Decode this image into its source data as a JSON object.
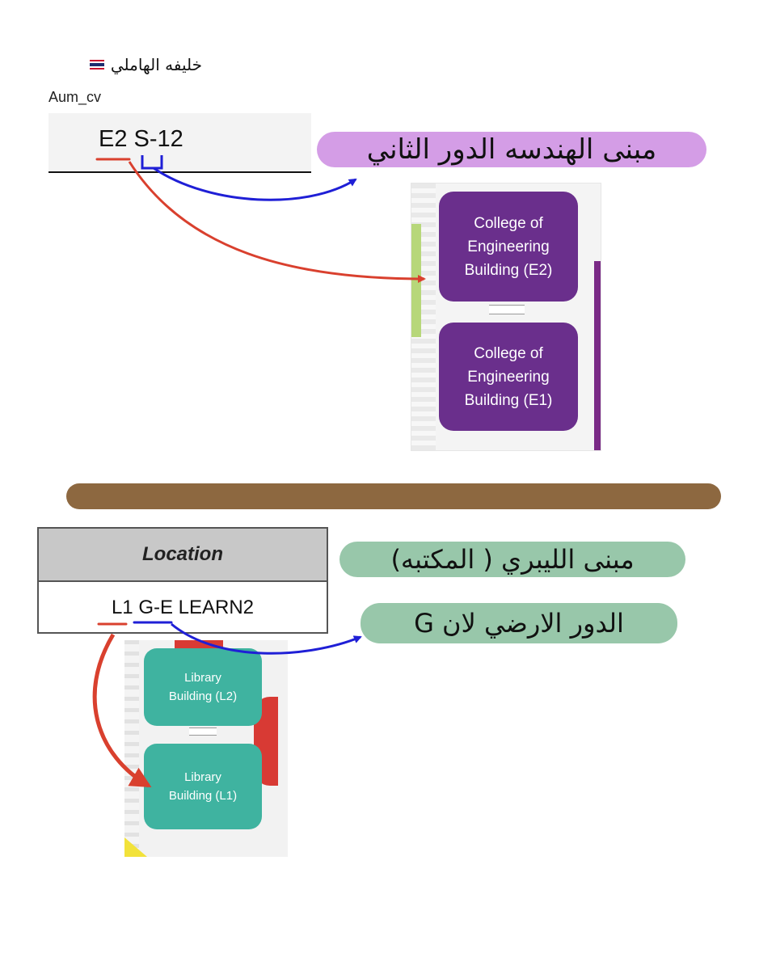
{
  "header": {
    "author_name": "خليفه الهاملي",
    "handle": "Aum_cv"
  },
  "example_1": {
    "code": "E2 S-12",
    "note": "مبنى الهندسه الدور الثاني",
    "map": {
      "upper_building": [
        "College of",
        "Engineering",
        "Building (E2)"
      ],
      "lower_building": [
        "College of",
        "Engineering",
        "Building (E1)"
      ]
    }
  },
  "example_2": {
    "table_header": "Location",
    "code": "L1 G-E LEARN2",
    "note_line_1": "مبنى الليبري ( المكتبه)",
    "note_line_2": "الدور الارضي لان G",
    "map": {
      "upper_building": [
        "Library",
        "Building (L2)"
      ],
      "lower_building": [
        "Library",
        "Building (L1)"
      ]
    }
  },
  "colors": {
    "engineering": "#6a2f8c",
    "library": "#3fb3a0",
    "arrow_red": "#d9402e",
    "arrow_blue": "#1f1fd6",
    "highlight_purple": "#d49de6",
    "highlight_green": "#98c7aa",
    "divider": "#8d6840"
  }
}
